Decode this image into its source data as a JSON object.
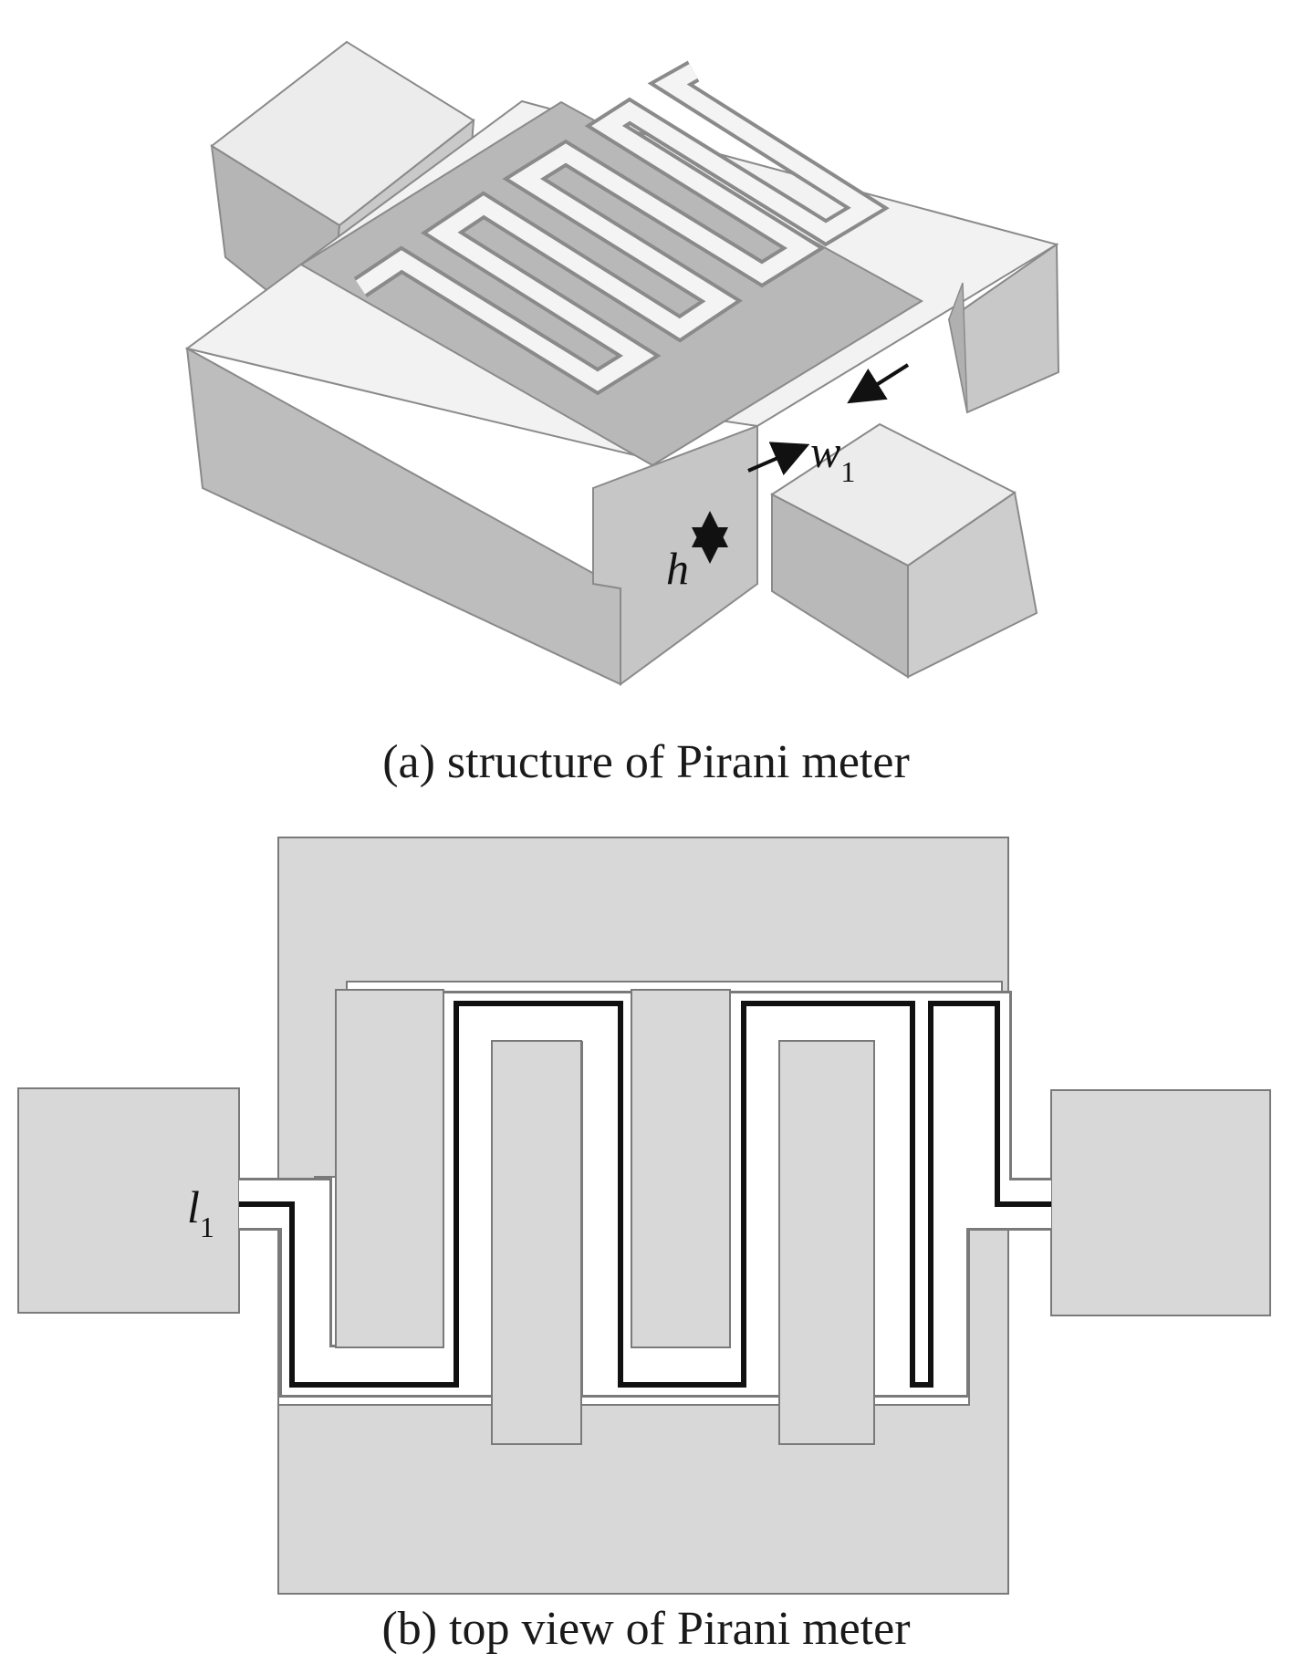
{
  "panel_a": {
    "caption": "(a) structure of Pirani meter",
    "label_w": "w",
    "label_w_sub": "1",
    "label_h": "h"
  },
  "panel_b": {
    "caption": "(b) top view of Pirani meter",
    "label_l": "l",
    "label_l_sub": "1"
  },
  "colors": {
    "fill_light": "#d8d8d8",
    "fill_side": "#c4c4c4",
    "fill_dark": "#a9a9a9",
    "outline": "#7a7a7a",
    "wire": "#111111"
  }
}
